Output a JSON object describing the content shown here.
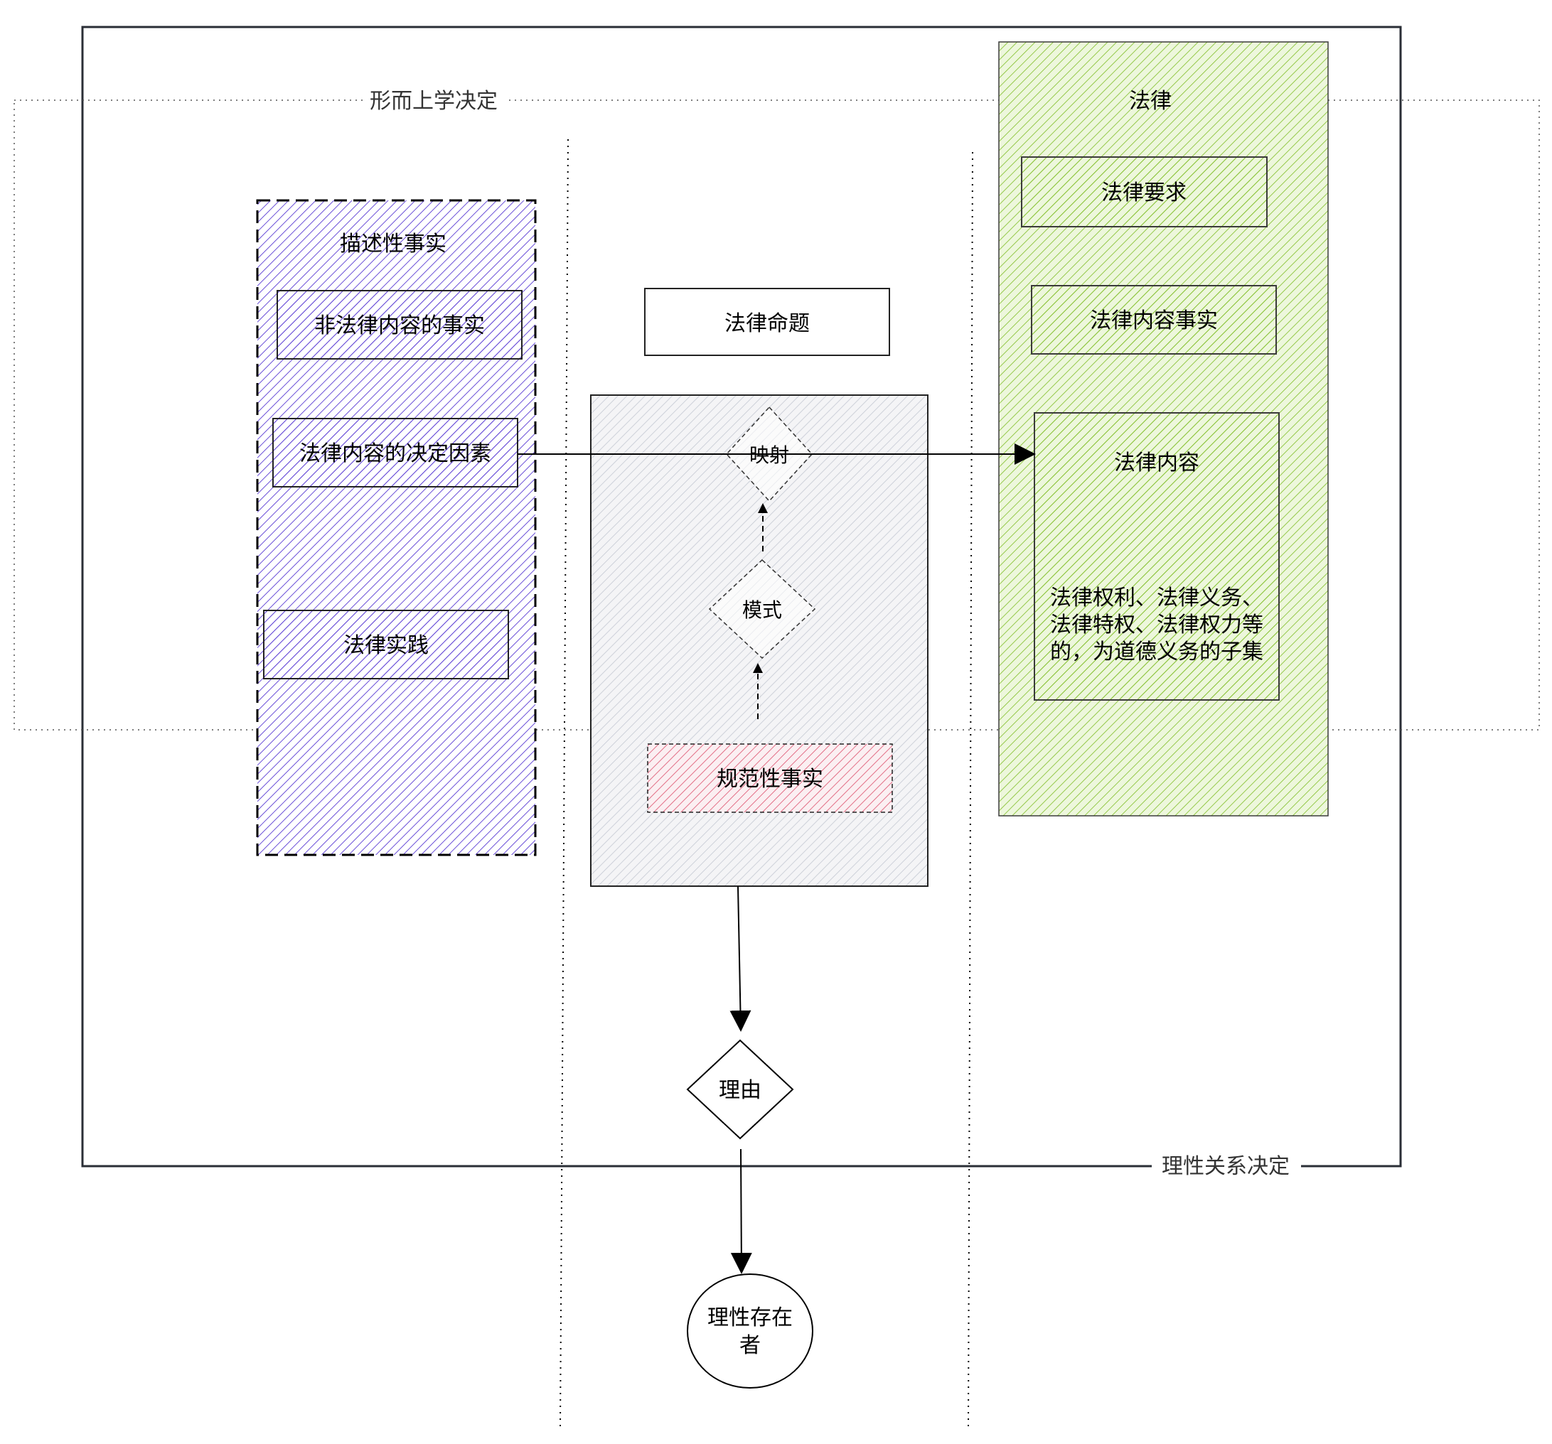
{
  "labels": {
    "metaphysical": "形而上学决定",
    "rational": "理性关系决定",
    "law": "法律",
    "descriptive_facts": "描述性事实",
    "non_legal_facts": "非法律内容的事实",
    "legal_determinants": "法律内容的决定因素",
    "legal_practice": "法律实践",
    "legal_proposition": "法律命题",
    "mapping": "映射",
    "pattern": "模式",
    "normative_facts": "规范性事实",
    "legal_requirements": "法律要求",
    "legal_content_facts": "法律内容事实",
    "legal_content": "法律内容",
    "legal_content_desc": [
      "法律权利、法律义务、",
      "法律特权、法律权力等",
      "的，为道德义务的子集"
    ],
    "reason": "理由",
    "rational_being": [
      "理性存在",
      "者"
    ]
  },
  "colors": {
    "purple_hatch": "#6a4fd8",
    "green_fill": "#edf7dc",
    "green_hatch": "#8bc43a",
    "pink_hatch": "#e0607a",
    "pink_fill": "#fbeff2",
    "grey_hatch": "#c9cdd6",
    "grey_fill": "#f4f4f6",
    "frame": "#2a2e36"
  }
}
